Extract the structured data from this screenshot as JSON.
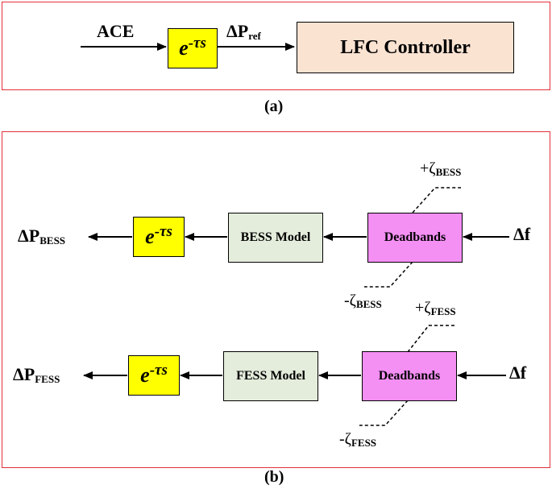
{
  "panel_a": {
    "caption": "(a)",
    "input_label": "ACE",
    "delay_base": "e",
    "delay_exp": "-τs",
    "ref_label_main": "ΔP",
    "ref_label_sub": "ref",
    "controller_label": "LFC Controller"
  },
  "panel_b": {
    "caption": "(b)",
    "bess": {
      "output_main": "ΔP",
      "output_sub": "BESS",
      "delay_base": "e",
      "delay_exp": "-τs",
      "model_label": "BESS Model",
      "deadband_label": "Deadbands",
      "input_label": "Δf",
      "upper_zeta_main": "+ζ",
      "upper_zeta_sub": "BESS",
      "lower_zeta_main": "-ζ",
      "lower_zeta_sub": "BESS"
    },
    "fess": {
      "output_main": "ΔP",
      "output_sub": "FESS",
      "delay_base": "e",
      "delay_exp": "-τs",
      "model_label": "FESS Model",
      "deadband_label": "Deadbands",
      "input_label": "Δf",
      "upper_zeta_main": "+ζ",
      "upper_zeta_sub": "FESS",
      "lower_zeta_main": "-ζ",
      "lower_zeta_sub": "FESS"
    }
  },
  "colors": {
    "frame": "#e0303a",
    "delay_fill": "#ffff00",
    "controller_fill": "#fbe3d2",
    "model_fill": "#e4ecdb",
    "deadband_fill": "#f48ff4"
  }
}
